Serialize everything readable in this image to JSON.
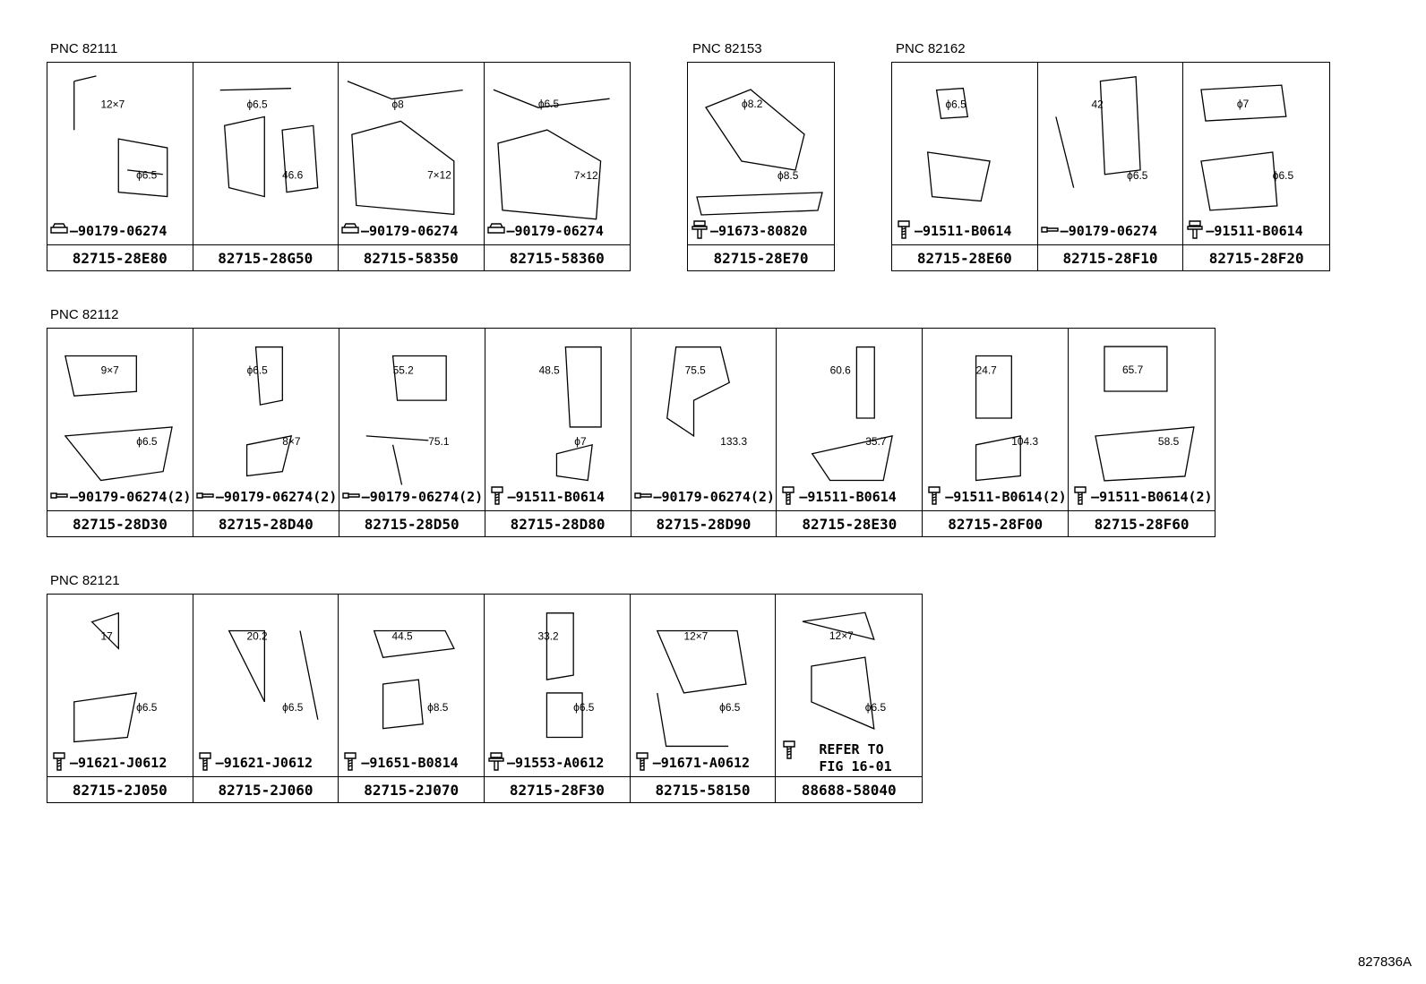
{
  "groups": [
    {
      "pnc": "PNC 82111",
      "cells": [
        {
          "part": "82715-28E80",
          "fastener": "90179-06274",
          "icon": "nut-icon",
          "dims": [
            "12×7",
            "ϕ6.5"
          ]
        },
        {
          "part": "82715-28G50",
          "fastener": "",
          "icon": "",
          "dims": [
            "ϕ6.5",
            "46.6"
          ]
        },
        {
          "part": "82715-58350",
          "fastener": "90179-06274",
          "icon": "nut-icon",
          "dims": [
            "ϕ8",
            "7×12"
          ]
        },
        {
          "part": "82715-58360",
          "fastener": "90179-06274",
          "icon": "nut-icon",
          "dims": [
            "ϕ6.5",
            "7×12"
          ]
        }
      ]
    },
    {
      "pnc": "PNC 82153",
      "cells": [
        {
          "part": "82715-28E70",
          "fastener": "91673-80820",
          "icon": "bolt-washer-icon",
          "dims": [
            "ϕ8.2",
            "ϕ8.5"
          ]
        }
      ]
    },
    {
      "pnc": "PNC 82162",
      "cells": [
        {
          "part": "82715-28E60",
          "fastener": "91511-B0614",
          "icon": "bolt-icon",
          "dims": [
            "ϕ6.5"
          ]
        },
        {
          "part": "82715-28F10",
          "fastener": "90179-06274",
          "icon": "clip-nut-icon",
          "dims": [
            "42",
            "ϕ6.5"
          ]
        },
        {
          "part": "82715-28F20",
          "fastener": "91511-B0614",
          "icon": "bolt-washer-icon",
          "dims": [
            "ϕ7",
            "ϕ6.5"
          ]
        }
      ]
    },
    {
      "pnc": "PNC 82112",
      "cells": [
        {
          "part": "82715-28D30",
          "fastener": "90179-06274(2)",
          "icon": "clip-nut-icon",
          "dims": [
            "9×7",
            "ϕ6.5"
          ]
        },
        {
          "part": "82715-28D40",
          "fastener": "90179-06274(2)",
          "icon": "clip-nut-icon",
          "dims": [
            "ϕ6.5",
            "8×7"
          ]
        },
        {
          "part": "82715-28D50",
          "fastener": "90179-06274(2)",
          "icon": "clip-nut-icon",
          "dims": [
            "55.2",
            "75.1"
          ]
        },
        {
          "part": "82715-28D80",
          "fastener": "91511-B0614",
          "icon": "bolt-icon",
          "dims": [
            "48.5",
            "ϕ7"
          ]
        },
        {
          "part": "82715-28D90",
          "fastener": "90179-06274(2)",
          "icon": "clip-nut-icon",
          "dims": [
            "75.5",
            "133.3"
          ]
        },
        {
          "part": "82715-28E30",
          "fastener": "91511-B0614",
          "icon": "bolt-icon",
          "dims": [
            "60.6",
            "35.7"
          ]
        },
        {
          "part": "82715-28F00",
          "fastener": "91511-B0614(2)",
          "icon": "bolt-icon",
          "dims": [
            "24.7",
            "104.3"
          ]
        },
        {
          "part": "82715-28F60",
          "fastener": "91511-B0614(2)",
          "icon": "bolt-icon",
          "dims": [
            "65.7",
            "58.5"
          ]
        }
      ]
    },
    {
      "pnc": "PNC 82121",
      "cells": [
        {
          "part": "82715-2J050",
          "fastener": "91621-J0612",
          "icon": "bolt-icon",
          "dims": [
            "17",
            "ϕ6.5"
          ]
        },
        {
          "part": "82715-2J060",
          "fastener": "91621-J0612",
          "icon": "bolt-icon",
          "dims": [
            "20.2",
            "ϕ6.5"
          ]
        },
        {
          "part": "82715-2J070",
          "fastener": "91651-B0814",
          "icon": "bolt-icon",
          "dims": [
            "44.5",
            "ϕ8.5"
          ]
        },
        {
          "part": "82715-28F30",
          "fastener": "91553-A0612",
          "icon": "bolt-washer-icon",
          "dims": [
            "33.2",
            "ϕ6.5"
          ]
        },
        {
          "part": "82715-58150",
          "fastener": "91671-A0612",
          "icon": "bolt-icon",
          "dims": [
            "12×7",
            "ϕ6.5"
          ]
        },
        {
          "part": "88688-58040",
          "fastener": "",
          "icon": "bolt-icon",
          "refer": "REFER TO",
          "refer_fig": "FIG 16-01",
          "dims": [
            "12×7",
            "ϕ6.5"
          ]
        }
      ]
    }
  ],
  "illustration_id": "827836A"
}
